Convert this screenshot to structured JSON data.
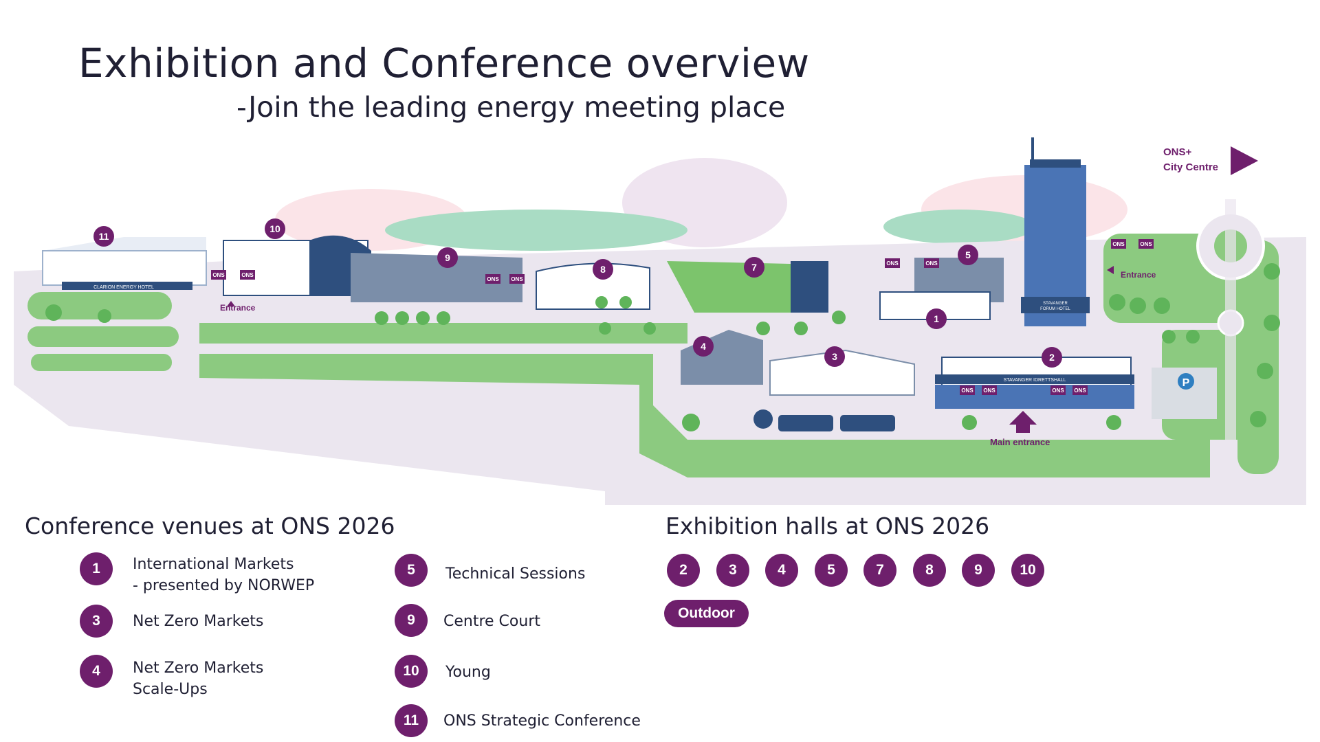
{
  "header": {
    "title": "Exhibition and Conference overview",
    "subtitle": "-Join the leading energy meeting place"
  },
  "map": {
    "city_link": {
      "line1": "ONS+",
      "line2": "City Centre"
    },
    "entrance_label": "Entrance",
    "main_entrance_label": "Main entrance",
    "parking_symbol": "P",
    "flag_text": "ONS",
    "building_signs": {
      "clarion": "CLARION ENERGY HOTEL",
      "forum_hotel_1": "STAVANGER",
      "forum_hotel_2": "FORUM HOTEL",
      "idrettshall": "STAVANGER IDRETTSHALL"
    },
    "markers": [
      "1",
      "2",
      "3",
      "4",
      "5",
      "7",
      "8",
      "9",
      "10",
      "11"
    ],
    "colors": {
      "accent": "#6e1f6c",
      "green": "#8cca80",
      "path": "#e9e4ee",
      "building_blue": "#2e4f7e"
    }
  },
  "conference": {
    "heading": "Conference venues at ONS 2026",
    "venues": [
      {
        "num": "1",
        "line1": "International Markets",
        "line2": " - presented by NORWEP"
      },
      {
        "num": "3",
        "line1": "Net Zero Markets",
        "line2": ""
      },
      {
        "num": "4",
        "line1": "Net Zero Markets",
        "line2": "Scale-Ups"
      },
      {
        "num": "5",
        "line1": "Technical Sessions",
        "line2": ""
      },
      {
        "num": "9",
        "line1": "Centre Court",
        "line2": ""
      },
      {
        "num": "10",
        "line1": "Young",
        "line2": ""
      },
      {
        "num": "11",
        "line1": "ONS Strategic Conference",
        "line2": ""
      }
    ]
  },
  "exhibition": {
    "heading": "Exhibition halls at ONS 2026",
    "halls": [
      "2",
      "3",
      "4",
      "5",
      "7",
      "8",
      "9",
      "10"
    ],
    "outdoor_label": "Outdoor"
  }
}
